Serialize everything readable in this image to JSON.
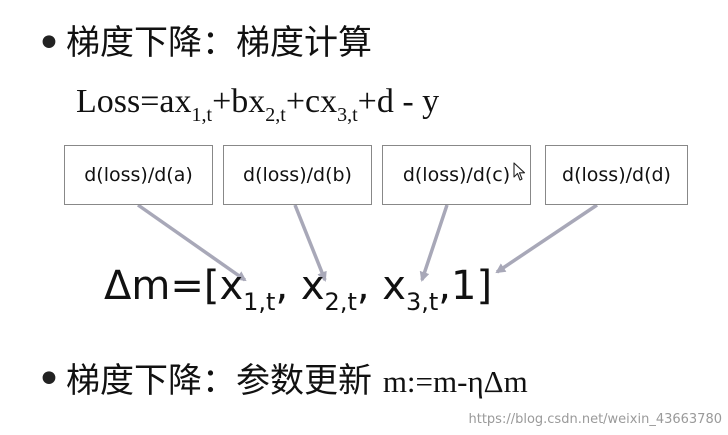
{
  "slide": {
    "bullet_char": "•",
    "heading1": "梯度下降：梯度计算",
    "loss": {
      "prefix": "Loss=ax",
      "sub1": "1,t",
      "mid1": "+bx",
      "sub2": "2,t",
      "mid2": "+cx",
      "sub3": "3,t",
      "suffix": "+d - y"
    },
    "derivative_boxes": [
      "d(loss)/d(a)",
      "d(loss)/d(b)",
      "d(loss)/d(c)",
      "d(loss)/d(d)"
    ],
    "delta": {
      "prefix": "Δm=[x",
      "sub1": "1,t",
      "sep1": ", x",
      "sub2": "2,t",
      "sep2": ", x",
      "sub3": "3,t",
      "suffix": ",1]"
    },
    "heading2_cn": "梯度下降：参数更新 ",
    "heading2_formula": "m:=m-ηΔm"
  },
  "watermark": "https://blog.csdn.net/weixin_43663780",
  "icons": {
    "bullet": "bullet-dot-icon",
    "cursor": "mouse-pointer-icon",
    "arrow": "arrow-icon"
  },
  "colors": {
    "background": "#ffffff",
    "text": "#111111",
    "box_border": "#888888",
    "arrow": "#a8a8b8",
    "watermark": "#9a9a9a"
  }
}
